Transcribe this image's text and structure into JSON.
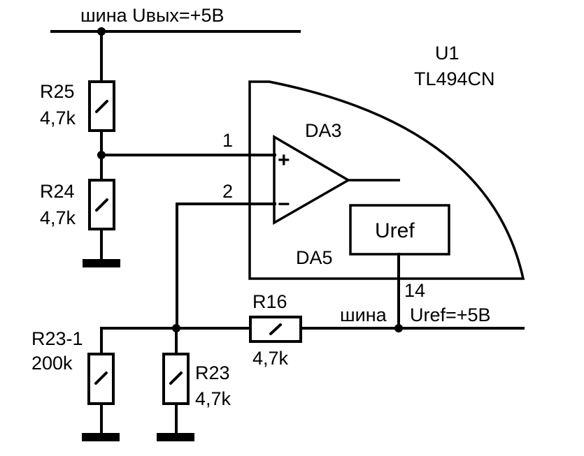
{
  "diagram": {
    "type": "circuit-schematic",
    "buses": {
      "output_bus": "шина Uвых=+5В",
      "ref_bus_word": "шина",
      "ref_bus_value": "Uref=+5В"
    },
    "ic": {
      "designator": "U1",
      "part": "TL494CN",
      "opamp": "DA3",
      "reference": "DA5",
      "ref_block_label": "Uref",
      "plus_sign": "+",
      "minus_sign": "−"
    },
    "pins": {
      "noninverting": "1",
      "inverting": "2",
      "vref": "14"
    },
    "resistors": [
      {
        "name": "R25",
        "value": "4,7k"
      },
      {
        "name": "R24",
        "value": "4,7k"
      },
      {
        "name": "R16",
        "value": "4,7k"
      },
      {
        "name": "R23-1",
        "value": "200k"
      },
      {
        "name": "R23",
        "value": "4,7k"
      }
    ],
    "connections": [
      "Uвых bus -> R25 -> node A",
      "node A -> R24 -> GND",
      "node A -> pin 1 (+) of DA3",
      "pin 2 (-) of DA3 -> node B",
      "node B -> R23-1 -> GND",
      "node B -> R23 -> GND",
      "node B -> R16 -> Uref bus",
      "DA5 Uref -> pin 14 -> Uref bus"
    ]
  }
}
